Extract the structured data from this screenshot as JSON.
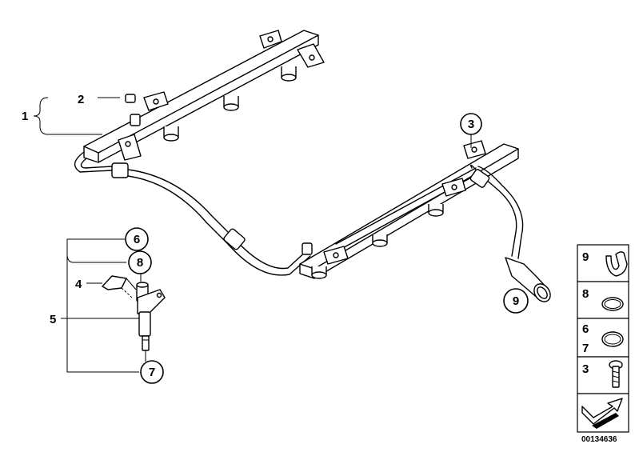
{
  "callouts": {
    "c1": "1",
    "c2": "2",
    "c3": "3",
    "c4": "4",
    "c5": "5",
    "c6": "6",
    "c7": "7",
    "c8": "8",
    "c9": "9"
  },
  "legend": {
    "row1": "9",
    "row2": "8",
    "row3a": "6",
    "row3b": "7",
    "row4": "3"
  },
  "diagram_code": "00134636"
}
